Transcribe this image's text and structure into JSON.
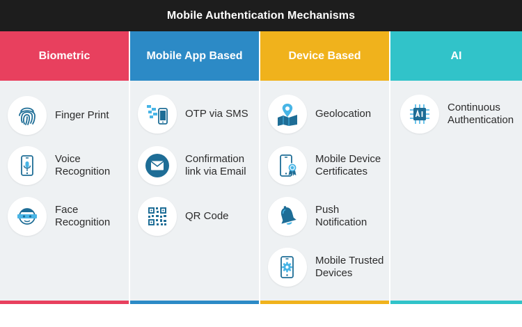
{
  "title": "Mobile Authentication Mechanisms",
  "colors": {
    "biometric": "#e8405e",
    "mobile_app": "#2c8ac6",
    "device": "#f0b21c",
    "ai": "#31c3c9",
    "icon_dark": "#1e6d96",
    "icon_light": "#48b5e6"
  },
  "columns": [
    {
      "header": "Biometric",
      "items": [
        {
          "label": "Finger Print",
          "icon": "fingerprint-icon"
        },
        {
          "label": "Voice\nRecognition",
          "icon": "voice-phone-icon"
        },
        {
          "label": "Face\nRecognition",
          "icon": "face-scan-icon"
        }
      ]
    },
    {
      "header": "Mobile App Based",
      "items": [
        {
          "label": "OTP via SMS",
          "icon": "sms-phone-icon"
        },
        {
          "label": "Confirmation\nlink via Email",
          "icon": "email-icon"
        },
        {
          "label": "QR Code",
          "icon": "qr-code-icon"
        }
      ]
    },
    {
      "header": "Device Based",
      "items": [
        {
          "label": "Geolocation",
          "icon": "map-pin-icon"
        },
        {
          "label": "Mobile Device\nCertificates",
          "icon": "phone-certificate-icon"
        },
        {
          "label": "Push\nNotification",
          "icon": "bell-icon"
        },
        {
          "label": "Mobile Trusted\nDevices",
          "icon": "phone-gear-icon"
        }
      ]
    },
    {
      "header": "AI",
      "items": [
        {
          "label": "Continuous\nAuthentication",
          "icon": "ai-chip-icon"
        }
      ]
    }
  ]
}
